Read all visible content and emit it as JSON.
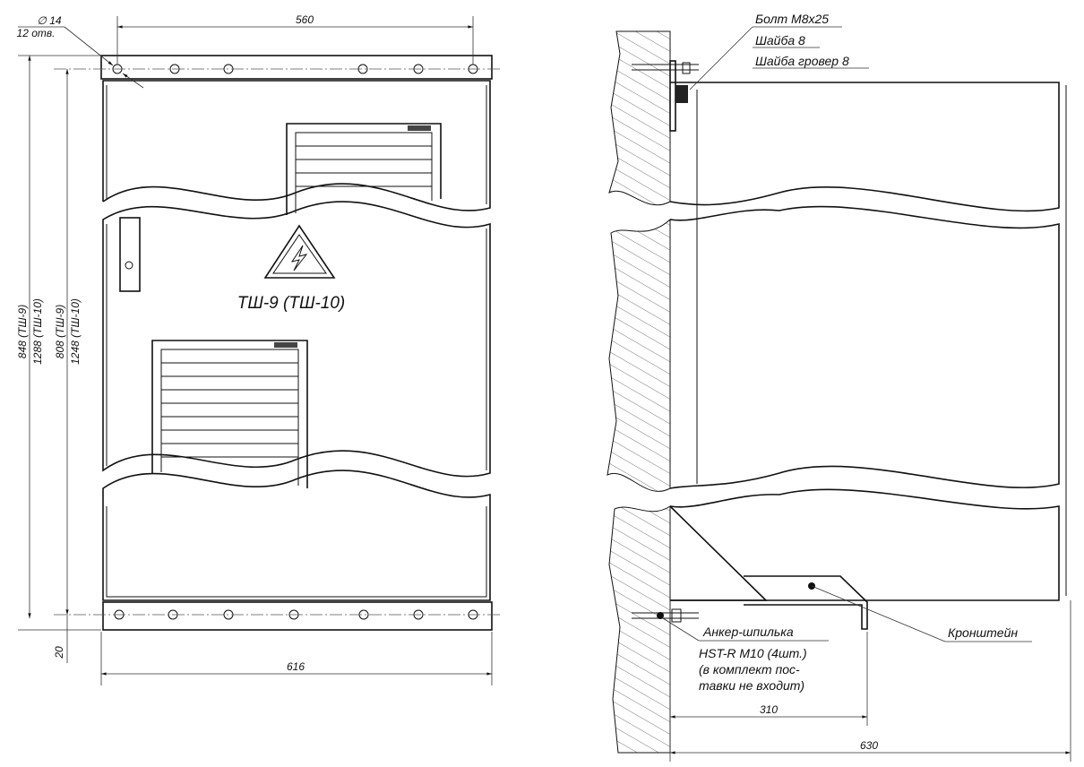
{
  "front_view": {
    "hole_diameter": "∅ 14",
    "hole_count": "12 отв.",
    "width_holes": "560",
    "width_total": "616",
    "height_outer": "848 (ТШ-9)",
    "height_outer_alt": "1288 (ТШ-10)",
    "height_inner": "808 (ТШ-9)",
    "height_inner_alt": "1248 (ТШ-10)",
    "plate_height": "20",
    "cabinet_label": "ТШ-9 (ТШ-10)"
  },
  "side_view": {
    "callout_bolt": "Болт М8х25",
    "callout_washer": "Шайба 8",
    "callout_spring_washer": "Шайба гровер 8",
    "callout_anchor": "Анкер-шпилька",
    "anchor_spec_1": "HST-R M10 (4шт.)",
    "anchor_spec_2": "(в комплект пос-",
    "anchor_spec_3": "тавки не входит)",
    "callout_bracket": "Кронштейн",
    "depth_bracket": "310",
    "depth_total": "630"
  },
  "colors": {
    "line": "#111111",
    "background": "#ffffff"
  }
}
